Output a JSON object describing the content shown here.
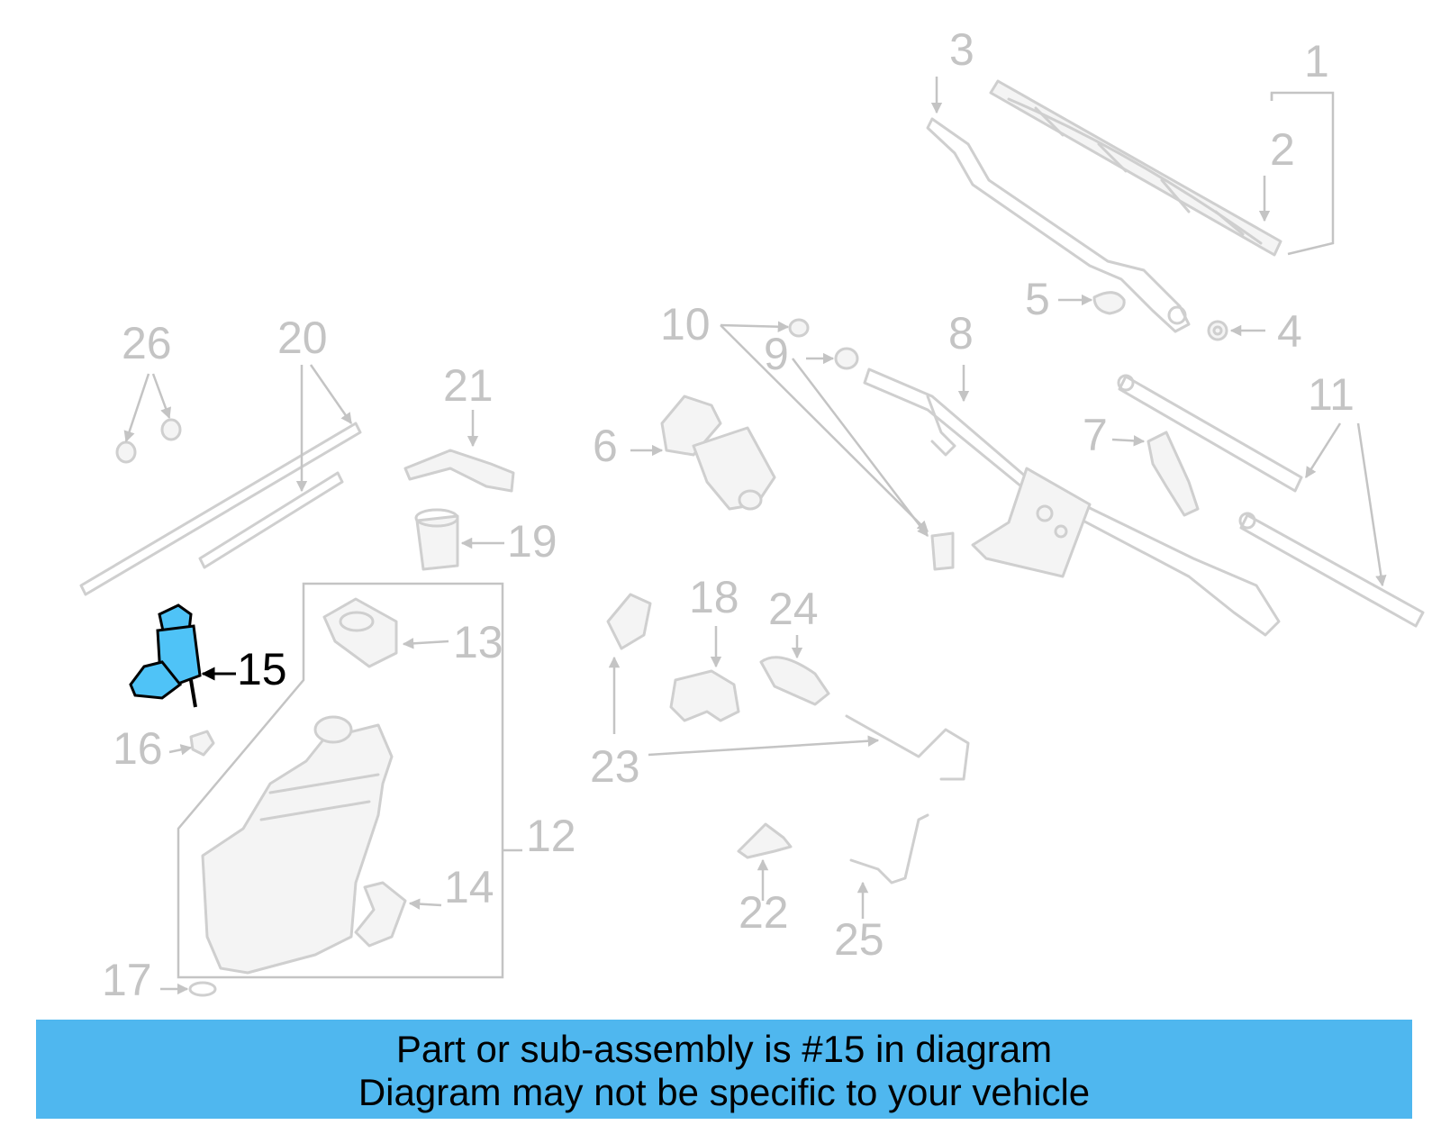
{
  "colors": {
    "banner": "#4fb7ef",
    "highlight": "#4fc3f7",
    "parts": "#cfcfcf"
  },
  "callouts": {
    "c1": "1",
    "c2": "2",
    "c3": "3",
    "c4": "4",
    "c5": "5",
    "c6": "6",
    "c7": "7",
    "c8": "8",
    "c9": "9",
    "c10": "10",
    "c11": "11",
    "c12": "12",
    "c13": "13",
    "c14": "14",
    "c15": "15",
    "c16": "16",
    "c17": "17",
    "c18": "18",
    "c19": "19",
    "c20": "20",
    "c21": "21",
    "c22": "22",
    "c23": "23",
    "c24": "24",
    "c25": "25",
    "c26": "26"
  },
  "highlighted_part": "15",
  "banner": {
    "line1": "Part or sub-assembly is #15 in diagram",
    "line2": "Diagram may not be specific to your vehicle"
  }
}
